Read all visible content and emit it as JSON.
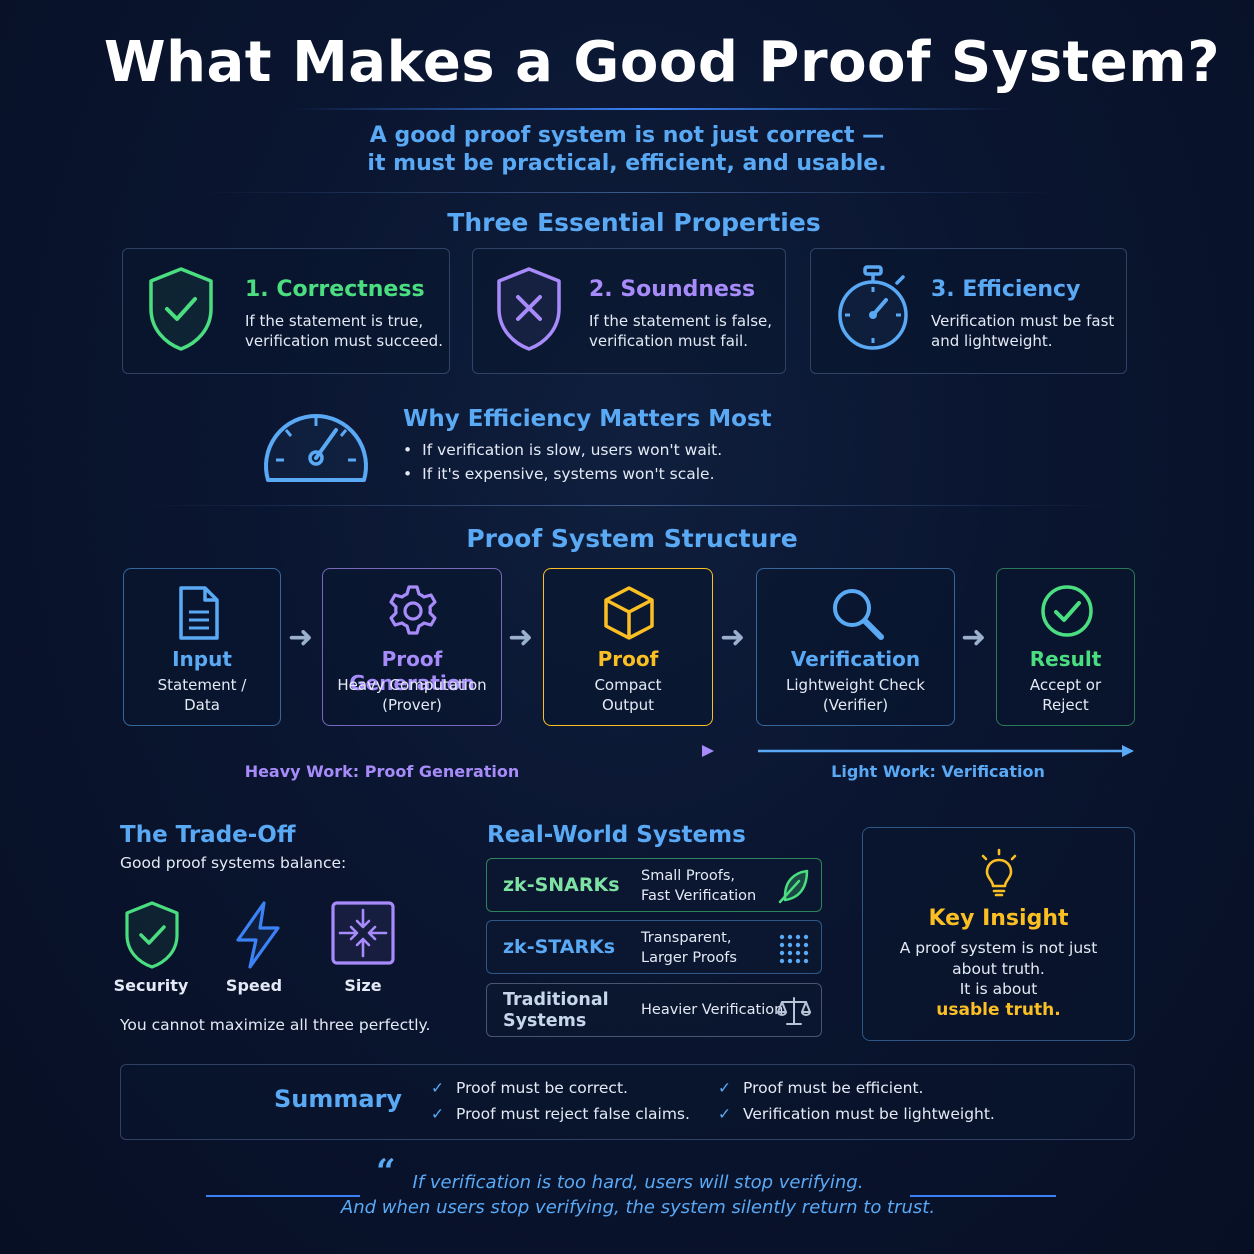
{
  "title": "What Makes a Good Proof System?",
  "subtitle": {
    "line1": "A good proof system is not just correct —",
    "line2": "it must be practical, efficient, and usable."
  },
  "properties": {
    "heading": "Three Essential Properties",
    "items": [
      {
        "title": "1. Correctness",
        "line1": "If the statement is true,",
        "line2": "verification must succeed.",
        "icon": "shield-check-icon",
        "color": "#4ade80"
      },
      {
        "title": "2. Soundness",
        "line1": "If the statement is false,",
        "line2": "verification must fail.",
        "icon": "shield-x-icon",
        "color": "#a78bfa"
      },
      {
        "title": "3. Efficiency",
        "line1": "Verification must be fast",
        "line2": "and lightweight.",
        "icon": "stopwatch-icon",
        "color": "#5aa9f5"
      }
    ]
  },
  "why": {
    "heading": "Why Efficiency Matters Most",
    "bullets": [
      "If verification is slow, users won't wait.",
      "If it's expensive, systems won't scale."
    ]
  },
  "structure": {
    "heading": "Proof System Structure",
    "steps": [
      {
        "title": "Input",
        "line1": "Statement /",
        "line2": "Data",
        "color": "#5aa9f5"
      },
      {
        "title": "Proof Generation",
        "line1": "Heavy Computation",
        "line2": "(Prover)",
        "color": "#a78bfa"
      },
      {
        "title": "Proof",
        "line1": "Compact",
        "line2": "Output",
        "color": "#fbbf24"
      },
      {
        "title": "Verification",
        "line1": "Lightweight Check",
        "line2": "(Verifier)",
        "color": "#5aa9f5"
      },
      {
        "title": "Result",
        "line1": "Accept or",
        "line2": "Reject",
        "color": "#4ade80"
      }
    ],
    "heavy_label": "Heavy Work: Proof Generation",
    "light_label": "Light Work: Verification"
  },
  "tradeoff": {
    "heading": "The Trade-Off",
    "intro": "Good proof systems balance:",
    "items": [
      {
        "label": "Security",
        "icon": "shield-check-icon"
      },
      {
        "label": "Speed",
        "icon": "lightning-icon"
      },
      {
        "label": "Size",
        "icon": "compress-icon"
      }
    ],
    "note": "You cannot maximize all three perfectly."
  },
  "realworld": {
    "heading": "Real-World Systems",
    "rows": [
      {
        "name": "zk-SNARKs",
        "line1": "Small Proofs,",
        "line2": "Fast Verification",
        "icon": "feather-icon"
      },
      {
        "name": "zk-STARKs",
        "line1": "Transparent,",
        "line2": "Larger Proofs",
        "icon": "grid-dots-icon"
      },
      {
        "name1": "Traditional",
        "name2": "Systems",
        "line1": "Heavier Verification",
        "icon": "scales-icon"
      }
    ]
  },
  "insight": {
    "heading": "Key Insight",
    "line1": "A proof system is not just",
    "line2": "about truth.",
    "line3": "It is about",
    "highlight": "usable truth."
  },
  "summary": {
    "heading": "Summary",
    "items": [
      "Proof must be correct.",
      "Proof must reject false claims.",
      "Proof must be efficient.",
      "Verification must be lightweight."
    ]
  },
  "quote": {
    "line1": "If verification is too hard, users will stop verifying.",
    "line2": "And when users stop verifying, the system silently return to trust."
  }
}
